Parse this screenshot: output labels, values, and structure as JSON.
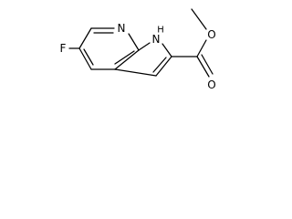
{
  "molecule": {
    "atom_labels": {
      "pyridine_n": "N",
      "pyrrole_nh_n": "N",
      "pyrrole_nh_h": "H",
      "fluorine": "F",
      "carbonyl_o": "O",
      "ester_o": "O"
    },
    "colors": {
      "background": "#ffffff",
      "bond": "#000000",
      "text": "#000000"
    }
  }
}
